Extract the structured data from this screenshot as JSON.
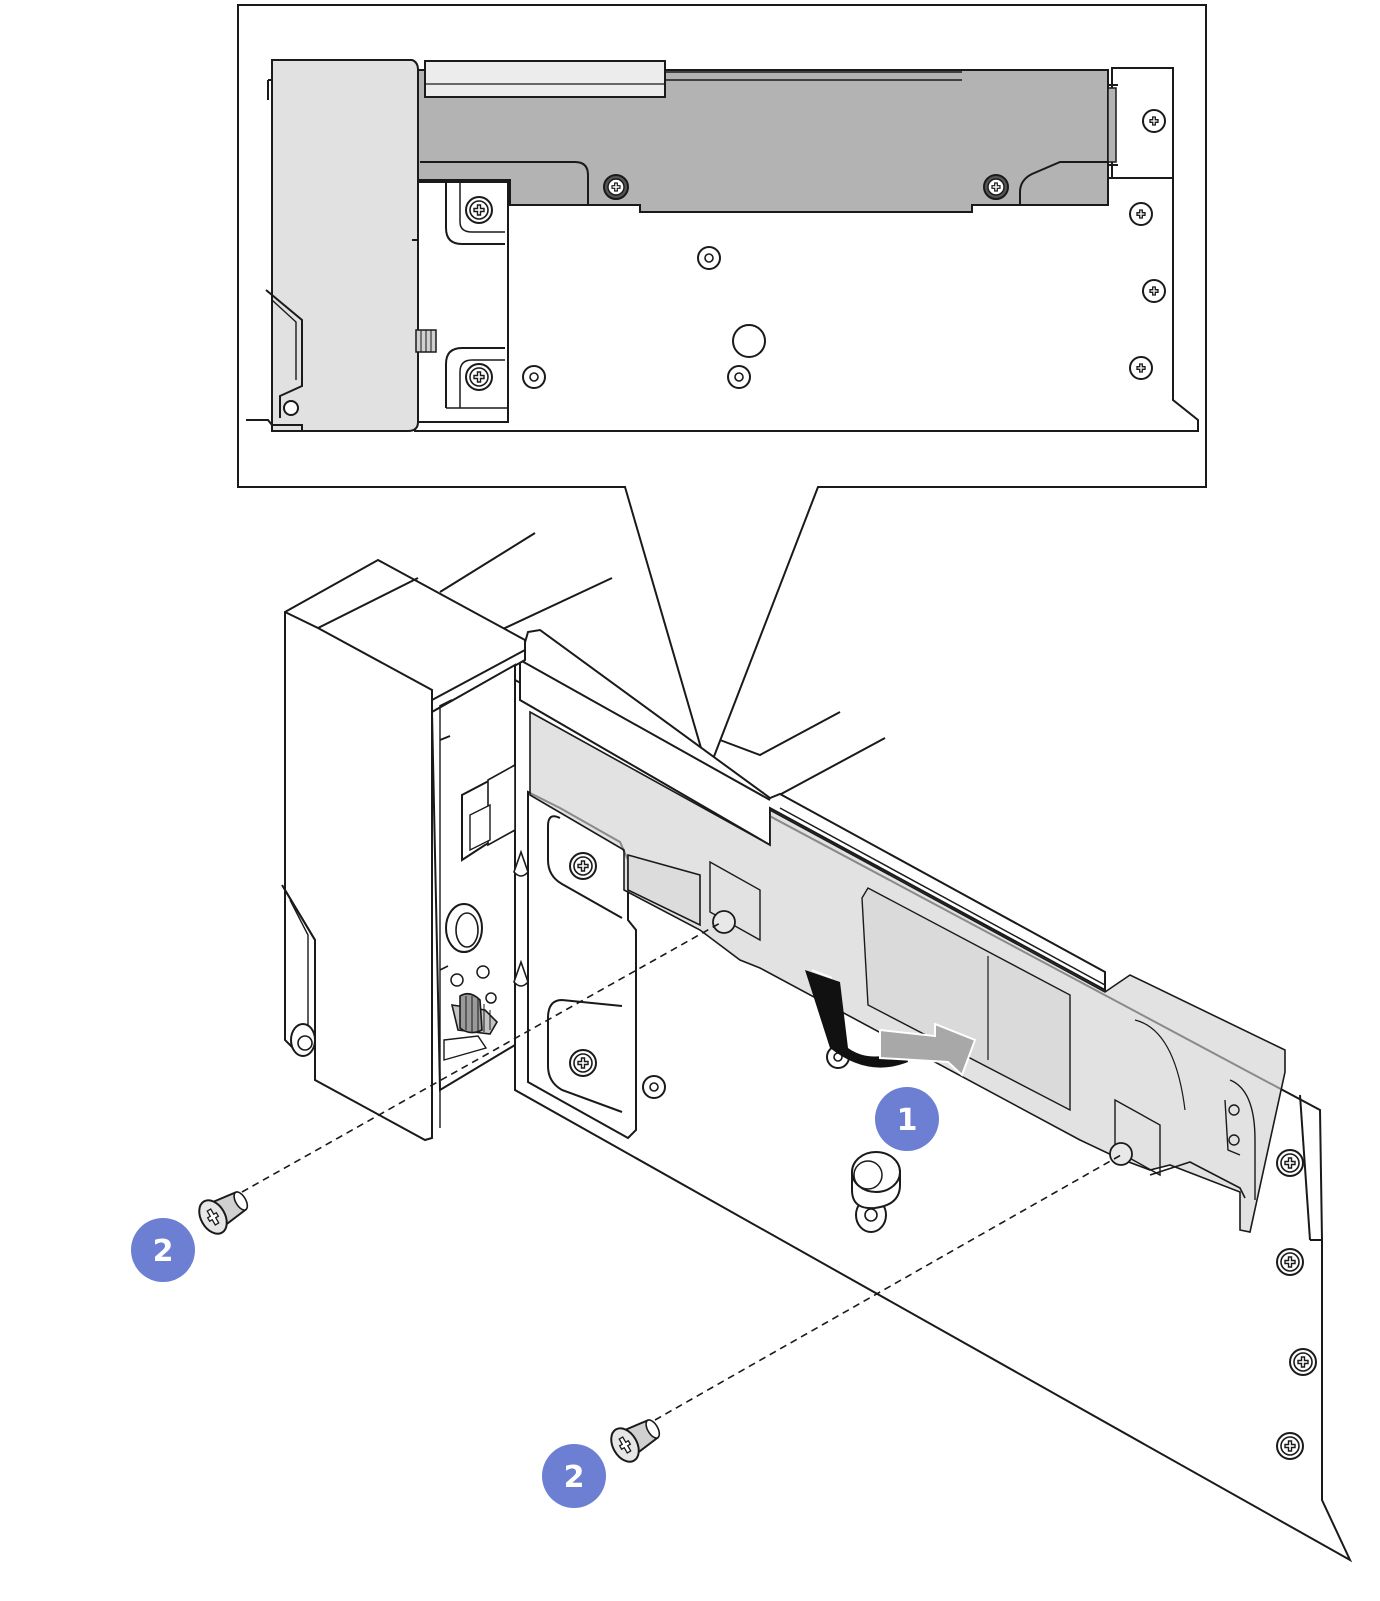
{
  "colors": {
    "line": "#1a1a1a",
    "part_fill": "#ffffff",
    "panel_gray": "#b3b3b3",
    "light_gray": "#e1e1e1",
    "translucent_gray": "#d0d0d0",
    "callout_fill": "#6c7fd3",
    "callout_text": "#ffffff",
    "arrow_gray": "#a8a8a8",
    "arrow_black": "#111111"
  },
  "callouts": {
    "step1": {
      "label": "1"
    },
    "step2a": {
      "label": "2"
    },
    "step2b": {
      "label": "2"
    }
  },
  "icons": {
    "callout_shape": "circle",
    "screw_head": "phillips-screw-icon",
    "rotate_arrow": "curved-rotate-arrow-icon",
    "push_arrow": "straight-push-arrow-icon"
  }
}
